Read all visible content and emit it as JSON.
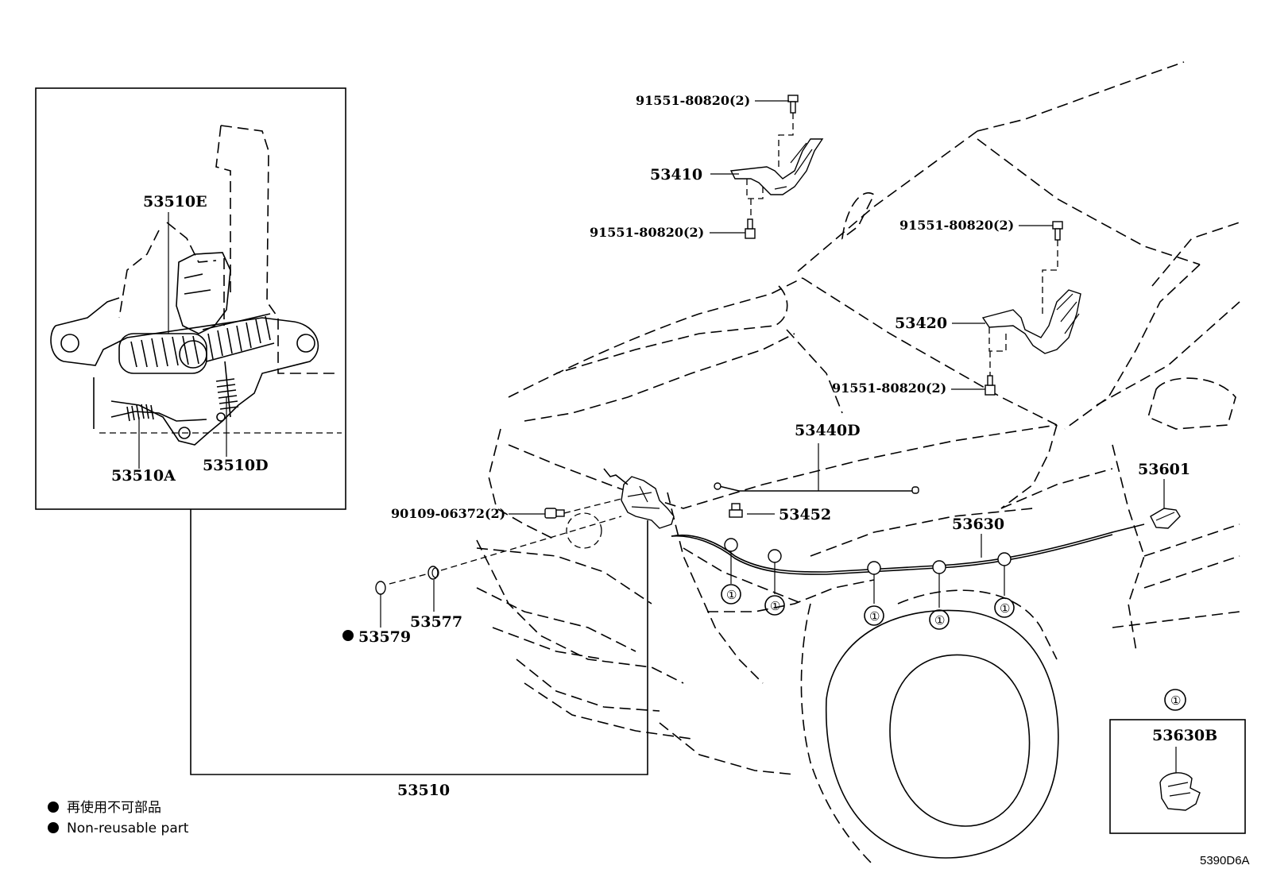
{
  "diagram": {
    "labels": {
      "hinge_bolt_top_left": "91551-80820(2)",
      "hinge_left": "53410",
      "hinge_bolt_bottom_left": "91551-80820(2)",
      "hinge_bolt_top_right": "91551-80820(2)",
      "hinge_right": "53420",
      "hinge_bolt_bottom_right": "91551-80820(2)",
      "hood_rod": "53440D",
      "cable_label": "53630",
      "release_lever": "53601",
      "stay_clip": "53452",
      "lock_bolt": "90109-06372(2)",
      "grommet": "53577",
      "plug": "53579",
      "lock_assy": "53510",
      "inset_spring_e": "53510E",
      "inset_spring_a": "53510A",
      "inset_spring_d": "53510D",
      "clamp_box_title": "53630B",
      "clamp_ref": "①"
    },
    "legend": {
      "jp": "再使用不可部品",
      "en": "Non-reusable part"
    },
    "figure_code": "5390D6A"
  }
}
